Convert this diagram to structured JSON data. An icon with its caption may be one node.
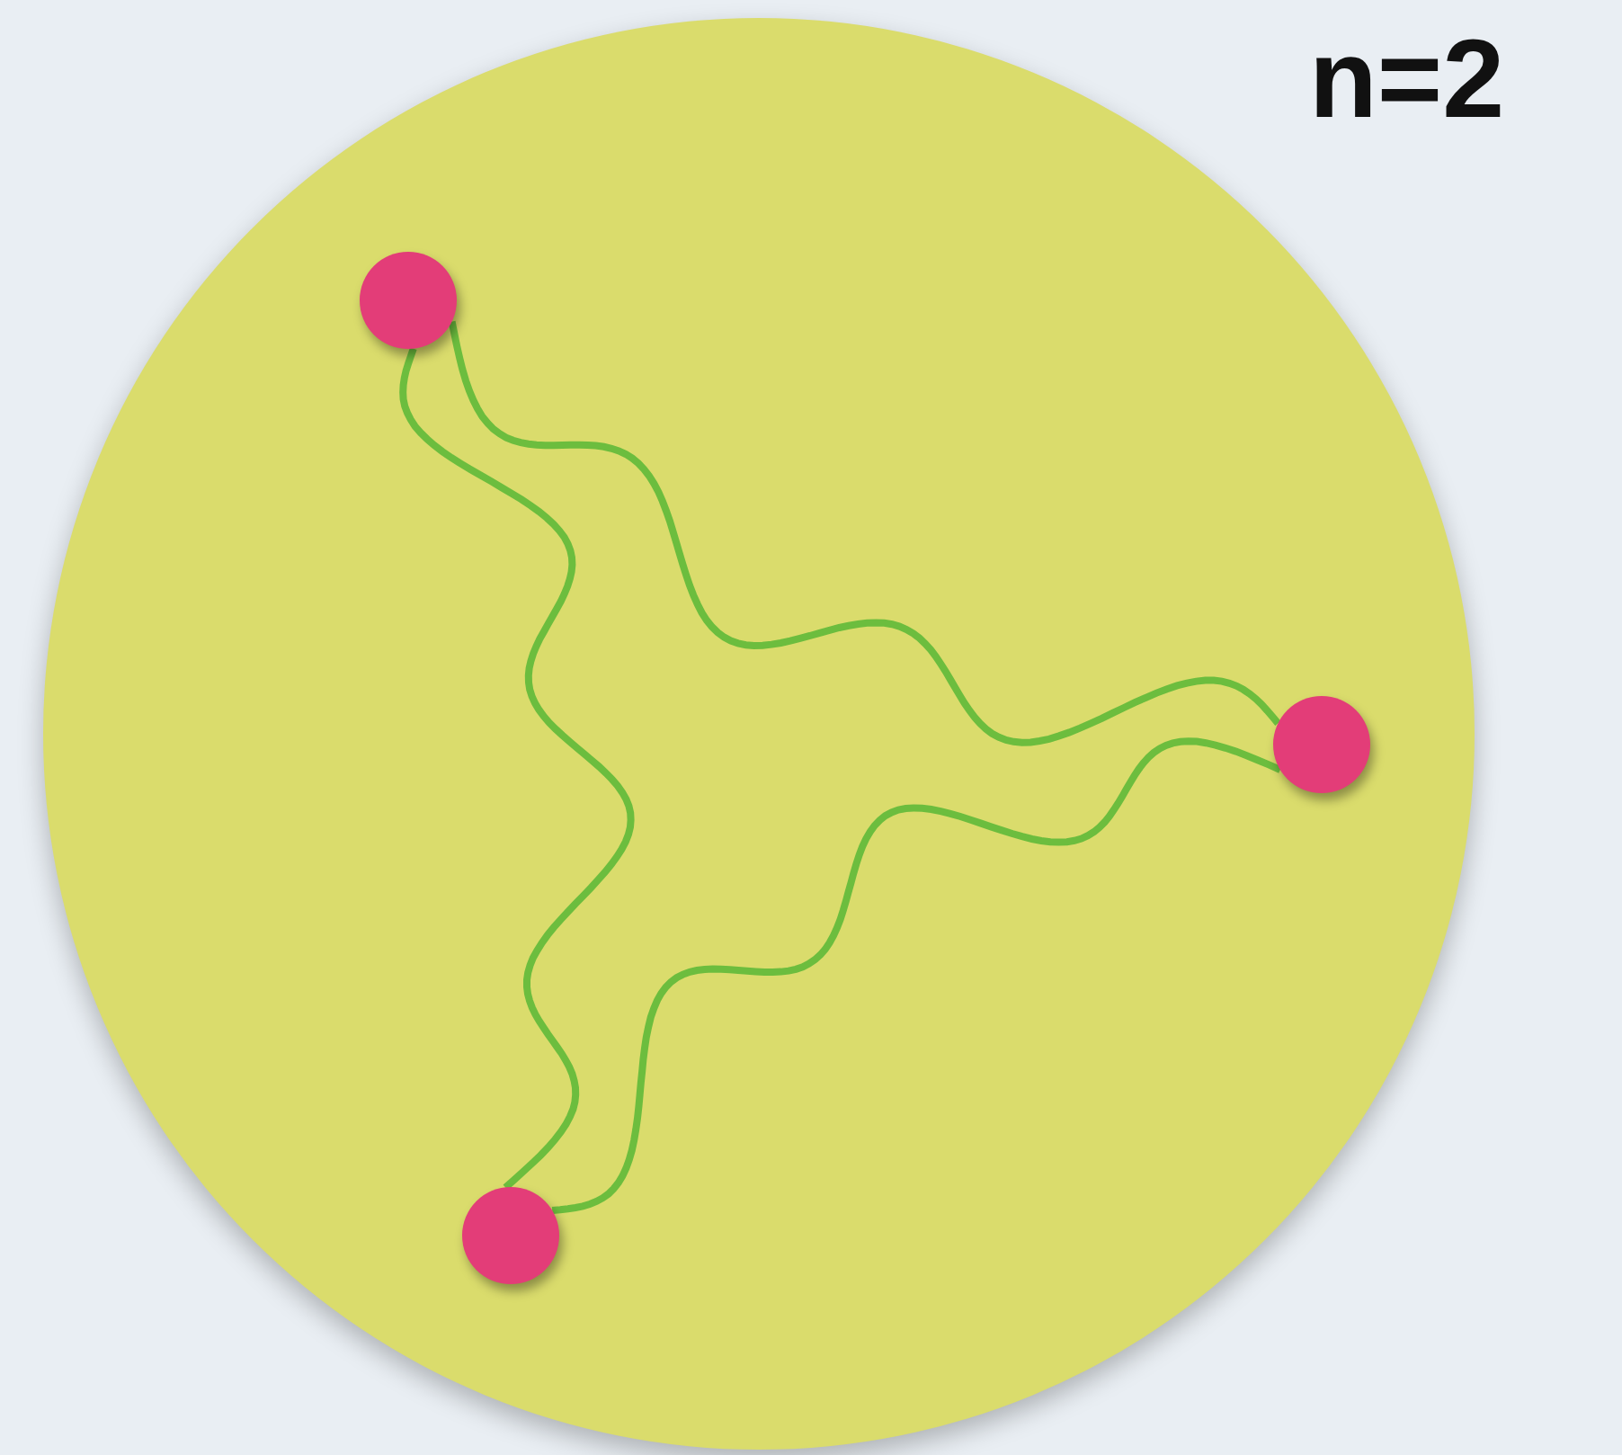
{
  "diagram": {
    "nodes": [
      {
        "text": [],
        "shape": "circle"
      },
      {
        "text": [],
        "shape": "circle",
        "in": 0
      },
      {
        "text": [],
        "shape": "circle",
        "in": 0
      },
      {
        "text": [],
        "shape": "circle",
        "in": 0
      }
    ],
    "edges": [
      {
        "from": 1,
        "to": 2,
        "arrow": "none"
      },
      {
        "from": 2,
        "to": 3,
        "arrow": "none"
      },
      {
        "from": 3,
        "to": 1,
        "arrow": "none"
      }
    ],
    "labels": [
      "n=2"
    ]
  }
}
